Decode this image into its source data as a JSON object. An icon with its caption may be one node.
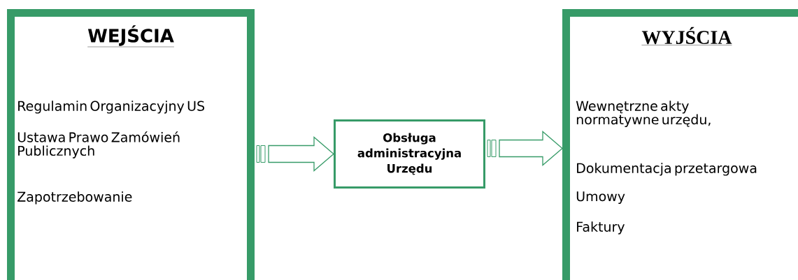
{
  "diagram": {
    "nodes": [
      {
        "text": [
          "WEJŚCIA",
          "Regulamin Organizacyjny US",
          "Ustawa Prawo Zamówień Publicznych",
          "Zapotrzebowanie"
        ]
      },
      {
        "text": [
          "Obsługa administracyjna Urzędu"
        ]
      },
      {
        "text": [
          "WYJŚCIA",
          "Wewnętrzne akty normatywne urzędu,",
          "Dokumentacja przetargowa",
          "Umowy",
          "Faktury"
        ]
      }
    ],
    "edges": [
      {
        "from": 0,
        "to": 1,
        "arrow": "to"
      },
      {
        "from": 1,
        "to": 2,
        "arrow": "to"
      }
    ]
  }
}
